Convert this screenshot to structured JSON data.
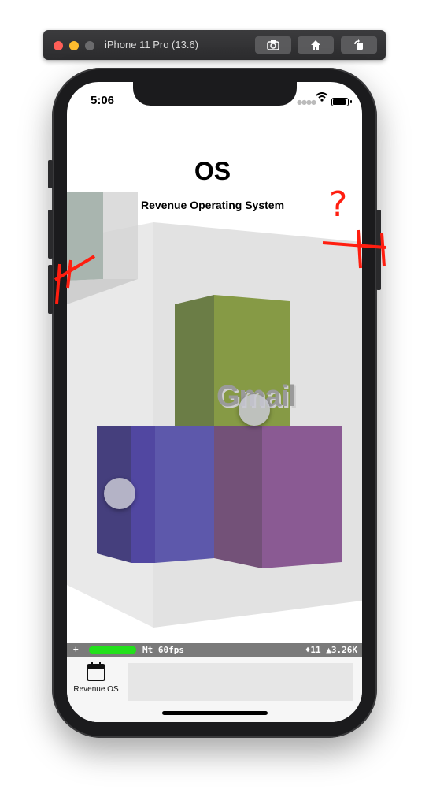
{
  "simulator": {
    "title": "iPhone 11 Pro (13.6)",
    "icons": [
      "screenshot-icon",
      "home-icon",
      "rotate-icon"
    ]
  },
  "status_bar": {
    "time": "5:06"
  },
  "app": {
    "title": "OS",
    "subtitle": "Revenue Operating System"
  },
  "scene": {
    "node_label": "Gmail",
    "block_colors": {
      "green": "#869a45",
      "blue": "#5d58ab",
      "purple": "#8a5a93"
    }
  },
  "perf_monitor": {
    "plus": "+",
    "fps": "Mt 60fps",
    "stats": "♦11 ▲3.26K",
    "meter_color": "#22e01b"
  },
  "tab_bar": {
    "items": [
      {
        "label": "Revenue OS",
        "icon": "calendar-icon"
      }
    ]
  },
  "annotations": {
    "question": "?"
  }
}
